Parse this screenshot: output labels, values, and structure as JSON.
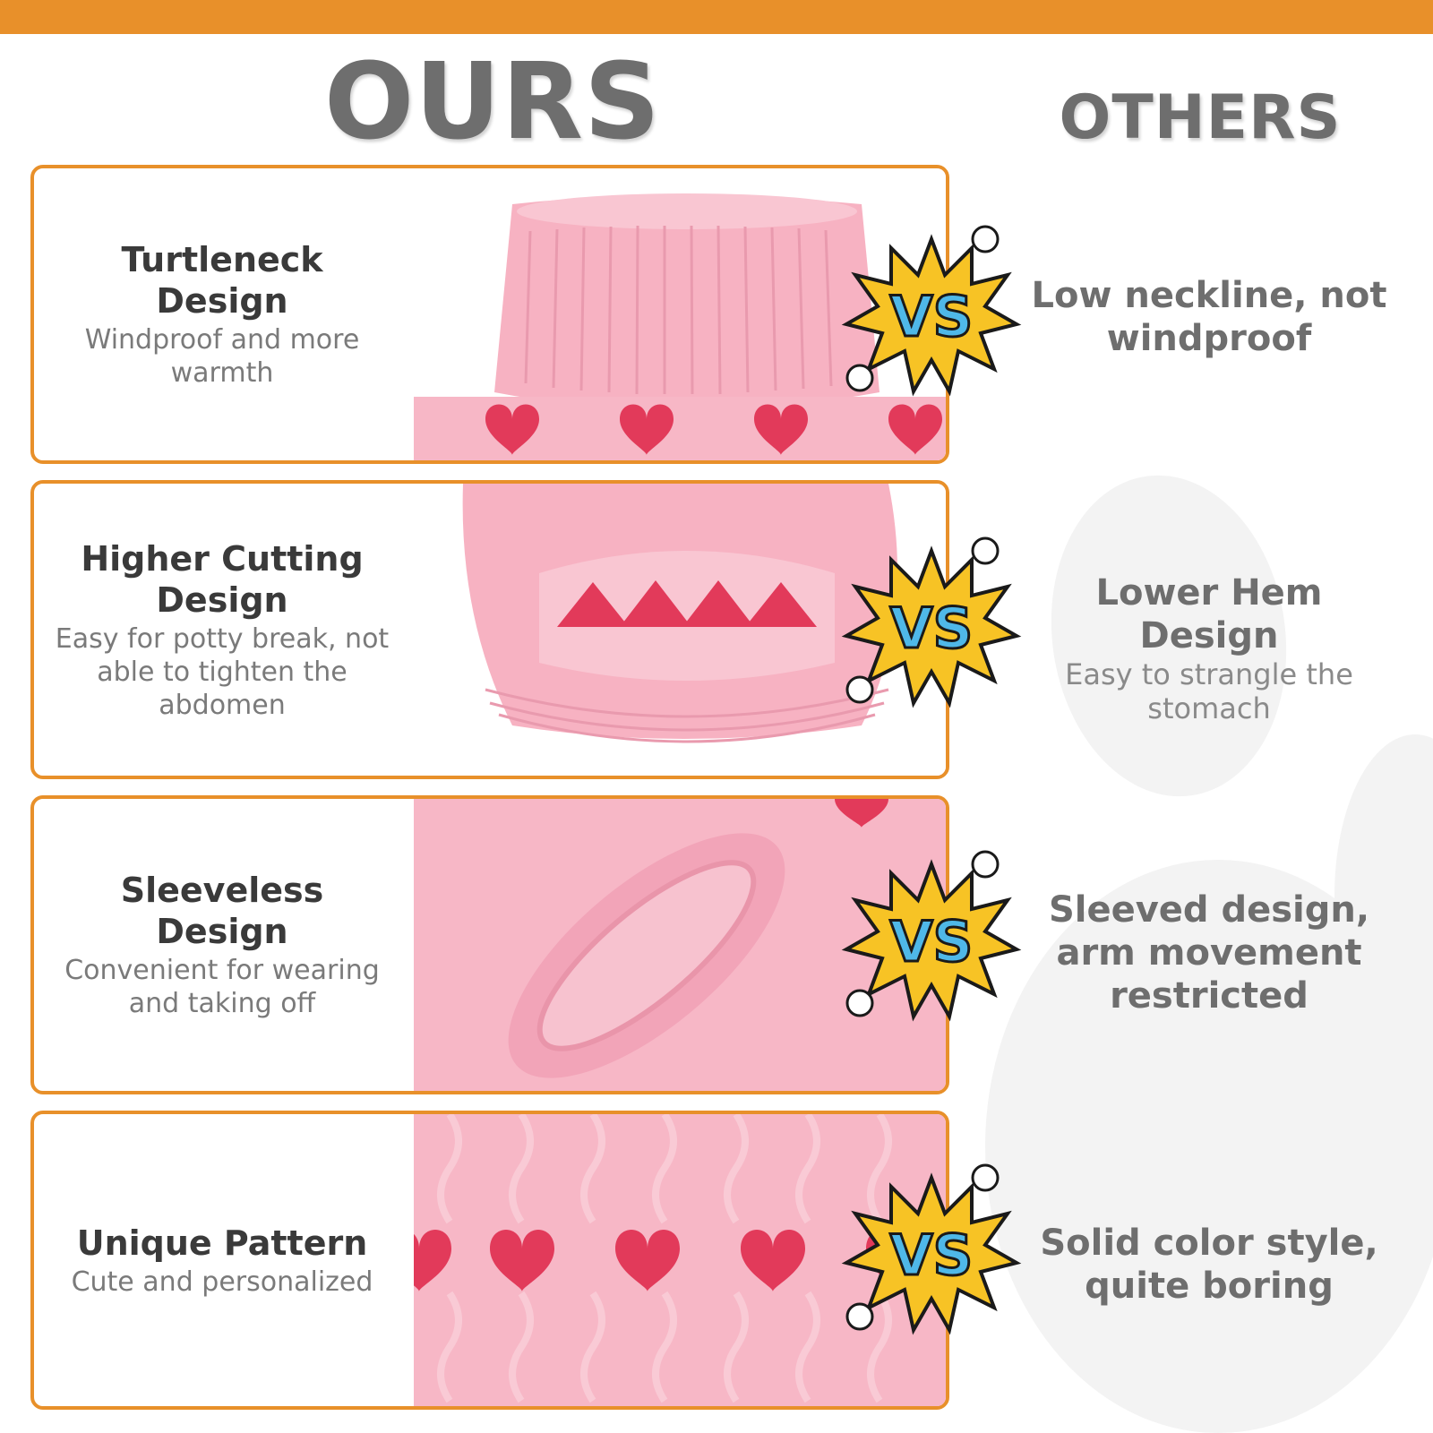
{
  "colors": {
    "accent": "#e8902a",
    "header_gray": "#6e6e6e",
    "knit_pink": "#f7b7c6",
    "heart_red": "#e23a5a",
    "vs_yellow": "#f7c325",
    "vs_blue": "#4fb8e8"
  },
  "headers": {
    "ours": "OURS",
    "others": "OTHERS"
  },
  "ours": [
    {
      "title": "Turtleneck Design",
      "desc": "Windproof and more warmth"
    },
    {
      "title": "Higher Cutting Design",
      "desc": "Easy for potty break, not able to tighten the abdomen"
    },
    {
      "title": "Sleeveless Design",
      "desc": "Convenient for wearing and taking off"
    },
    {
      "title": "Unique Pattern",
      "desc": "Cute and personalized"
    }
  ],
  "others": [
    {
      "title": "Low neckline, not windproof",
      "desc": ""
    },
    {
      "title": "Lower Hem Design",
      "desc": "Easy to strangle the stomach"
    },
    {
      "title": "Sleeved design, arm movement restricted",
      "desc": ""
    },
    {
      "title": "Solid color style, quite boring",
      "desc": ""
    }
  ],
  "badges": {
    "vs_label": "VS",
    "badge_icon": "comic-burst-icon"
  }
}
